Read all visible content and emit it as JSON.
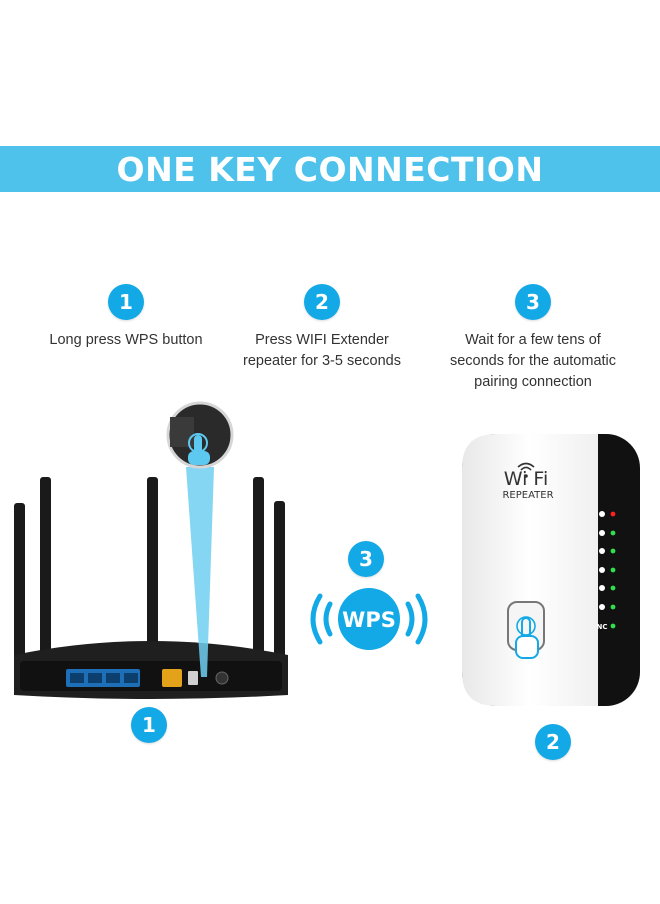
{
  "banner": {
    "title": "ONE KEY CONNECTION",
    "color": "#4ec2ea"
  },
  "steps": [
    {
      "number": "1",
      "text": "Long press WPS button"
    },
    {
      "number": "2",
      "text": "Press WIFI Extender\nrepeater for 3-5 seconds"
    },
    {
      "number": "3",
      "text": "Wait for a few tens of\nseconds for the automatic\npairing connection"
    }
  ],
  "diagram": {
    "router_badge": "1",
    "wps_badge": "3",
    "wps_label": "WPS",
    "extender_badge": "2",
    "extender_logo": "Wi  Fi",
    "extender_sub": "REPEATER",
    "extender_indicator_label": "NC"
  },
  "colors": {
    "accent": "#12a9e6",
    "router": "#1a1a1a",
    "lan_port": "#1d6fb8",
    "wan_port": "#e3a21a"
  }
}
